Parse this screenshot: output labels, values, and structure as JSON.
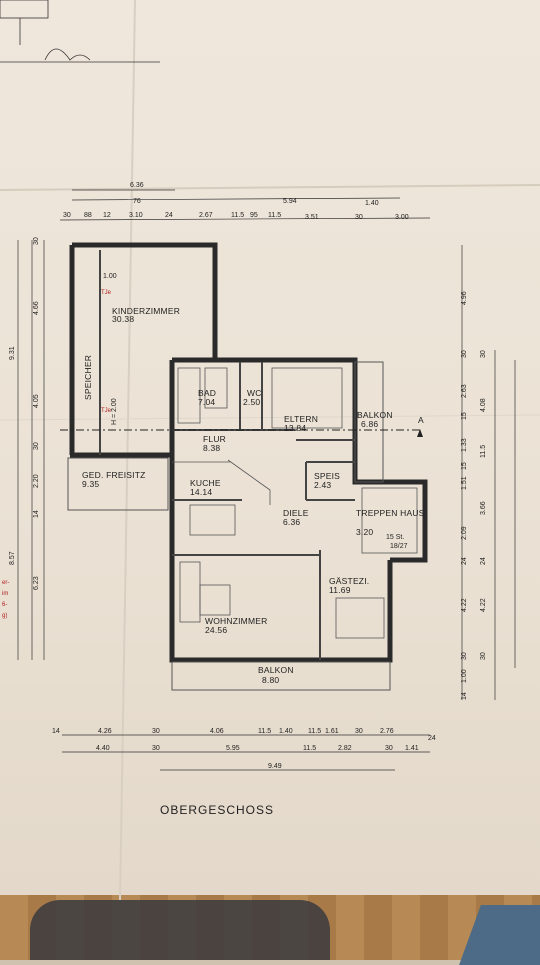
{
  "title": "OBERGESCHOSS",
  "section_marker": "A",
  "rooms": [
    {
      "name": "KINDERZIMMER",
      "area": "30.38"
    },
    {
      "name": "SPEICHER",
      "area": ""
    },
    {
      "name": "BAD",
      "area": "7.04"
    },
    {
      "name": "WC",
      "area": "2.50"
    },
    {
      "name": "ELTERN",
      "area": "13.84"
    },
    {
      "name": "BALKON",
      "area": "6.86"
    },
    {
      "name": "FLUR",
      "area": "8.38"
    },
    {
      "name": "GED. FREISITZ",
      "area": "9.35"
    },
    {
      "name": "KUCHE",
      "area": "14.14"
    },
    {
      "name": "SPEIS",
      "area": "2.43"
    },
    {
      "name": "DIELE",
      "area": "6.36"
    },
    {
      "name": "TREPPEN HAUS",
      "area": "3.20"
    },
    {
      "name": "GÄSTEZI.",
      "area": "11.69"
    },
    {
      "name": "WOHNZIMMER",
      "area": "24.56"
    },
    {
      "name": "BALKON",
      "area": "8.80"
    }
  ],
  "annotations": [
    "1.00",
    "H = 2.00",
    "TJe",
    "TJe",
    "15 St.",
    "18/27"
  ],
  "dims_top": [
    "6.36",
    "76",
    "5.94",
    "1.40",
    "30",
    "88",
    "12",
    "3.10",
    "24",
    "2.67",
    "11.5",
    "95",
    "11.5",
    "3.51",
    "30",
    "3.00"
  ],
  "dims_bottom": [
    "14",
    "4.26",
    "30",
    "4.06",
    "11.5",
    "1.40",
    "11.5",
    "1.61",
    "30",
    "2.76",
    "24",
    "4.40",
    "30",
    "5.95",
    "11.5",
    "2.82",
    "30",
    "1.41",
    "9.49"
  ],
  "dims_left": [
    "30",
    "4.66",
    "9.31",
    "4.05",
    "30",
    "2.20",
    "14",
    "6.23",
    "8.57"
  ],
  "dims_right": [
    "4.96",
    "30",
    "30",
    "2.63",
    "4.08",
    "15",
    "1.33",
    "11.5",
    "15",
    "1.51",
    "3.66",
    "2.09",
    "24",
    "24",
    "4.22",
    "4.22",
    "30",
    "30",
    "1.00",
    "14"
  ],
  "side_red_text": [
    "er-",
    "im",
    "6-",
    "g)"
  ]
}
